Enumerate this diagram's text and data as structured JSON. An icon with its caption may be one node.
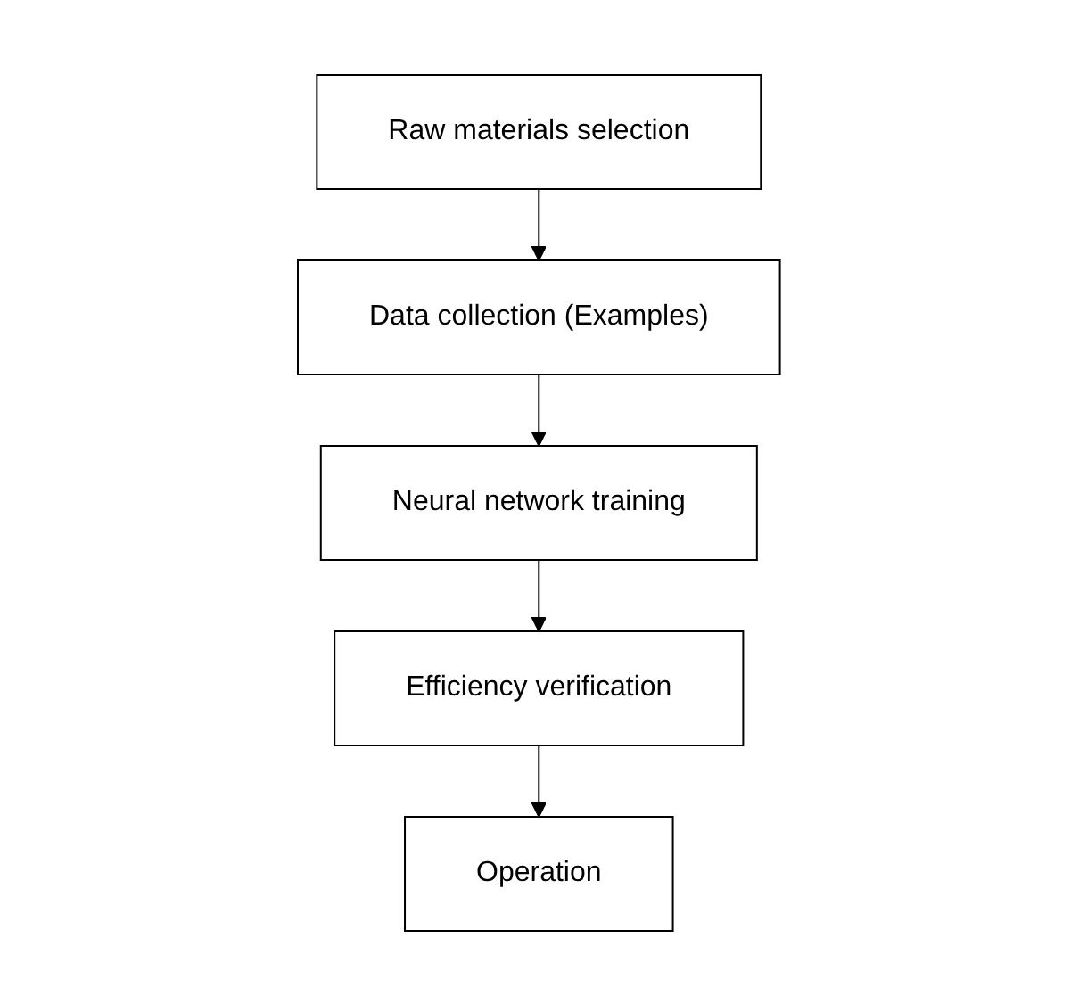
{
  "diagram": {
    "nodes": [
      {
        "text": [
          "Raw materials selection"
        ]
      },
      {
        "text": [
          "Data collection (Examples)"
        ]
      },
      {
        "text": [
          "Neural network training"
        ]
      },
      {
        "text": [
          "Efficiency verification"
        ]
      },
      {
        "text": [
          "Operation"
        ]
      }
    ],
    "edges": [
      {
        "from": 0,
        "to": 1,
        "arrow": "to"
      },
      {
        "from": 1,
        "to": 2,
        "arrow": "to"
      },
      {
        "from": 2,
        "to": 3,
        "arrow": "to"
      },
      {
        "from": 3,
        "to": 4,
        "arrow": "to"
      }
    ]
  }
}
